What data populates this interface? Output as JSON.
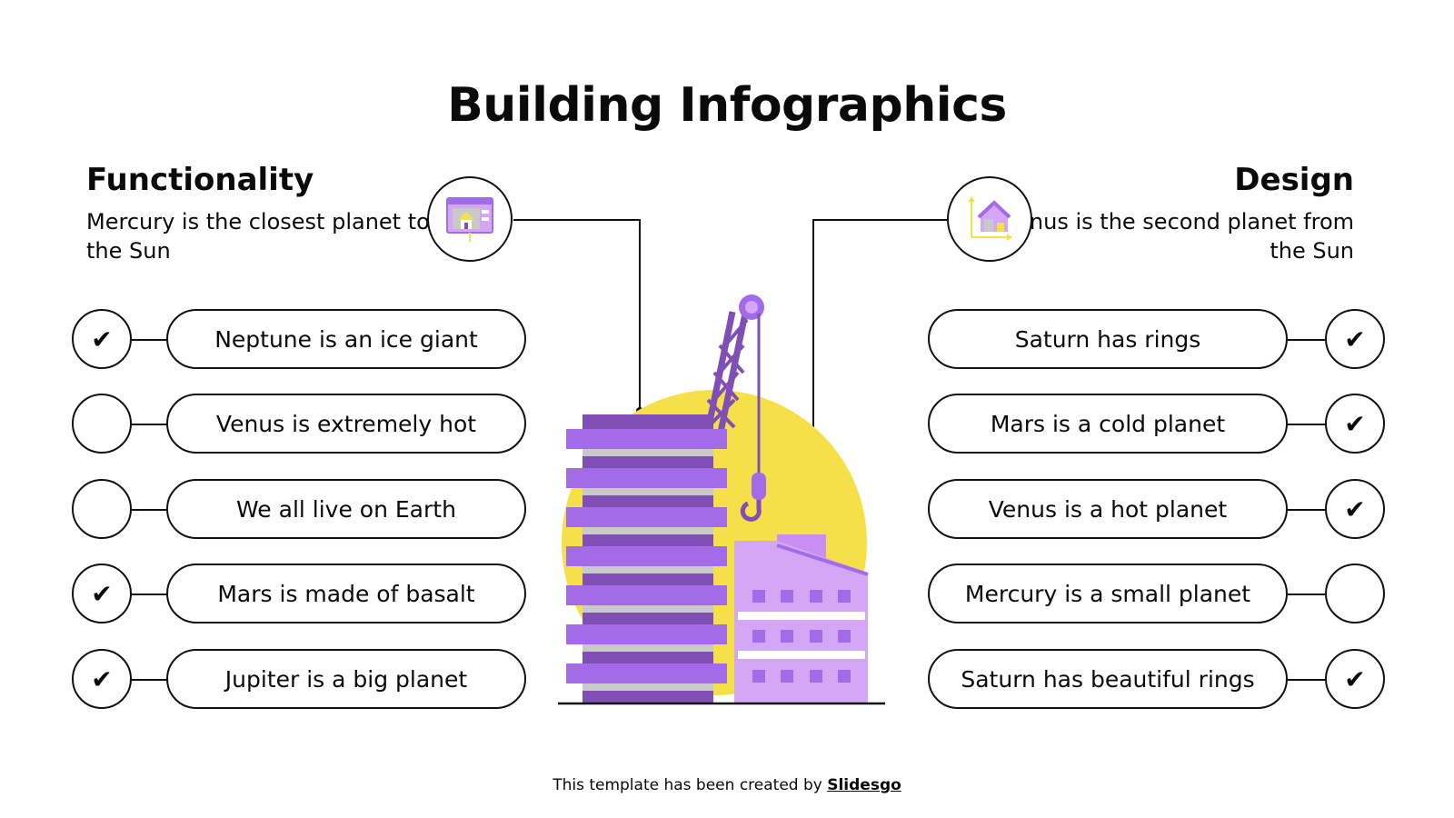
{
  "title": "Building Infographics",
  "left": {
    "heading": "Functionality",
    "description": "Mercury is the closest planet to the Sun",
    "items": [
      {
        "label": "Neptune is an ice giant",
        "checked": true
      },
      {
        "label": "Venus is extremely hot",
        "checked": false
      },
      {
        "label": "We all live on Earth",
        "checked": false
      },
      {
        "label": "Mars is made of basalt",
        "checked": true
      },
      {
        "label": "Jupiter is a big planet",
        "checked": true
      }
    ],
    "icon": "blueprint-house-icon"
  },
  "right": {
    "heading": "Design",
    "description": "Venus is the second planet from the Sun",
    "items": [
      {
        "label": "Saturn has rings",
        "checked": true
      },
      {
        "label": "Mars is a cold planet",
        "checked": true
      },
      {
        "label": "Venus is a hot planet",
        "checked": true
      },
      {
        "label": "Mercury is a small planet",
        "checked": false
      },
      {
        "label": "Saturn has beautiful rings",
        "checked": true
      }
    ],
    "icon": "house-chart-icon"
  },
  "check_glyph": "✔",
  "illustration": "building-construction-crane",
  "colors": {
    "purple": "#a46be9",
    "dark_purple": "#7f4fb5",
    "light_purple": "#d3a7f6",
    "yellow": "#f5e049"
  },
  "footer": {
    "text": "This template has been created by",
    "brand": "Slidesgo"
  }
}
